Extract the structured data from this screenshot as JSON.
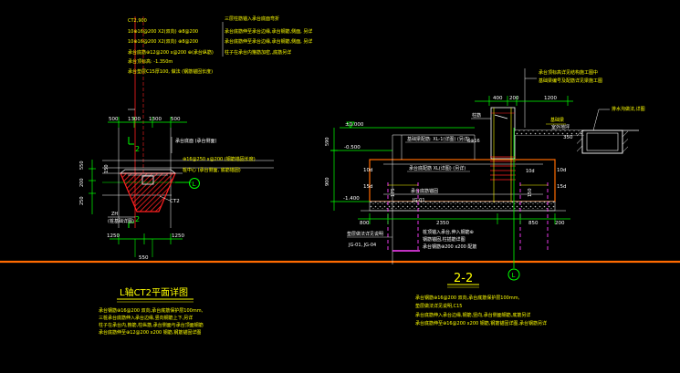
{
  "colors": {
    "background": "#000000",
    "yellow": "#ffff00",
    "white": "#ffffff",
    "green": "#00ff00",
    "red": "#ff2020",
    "magenta": "#ff40ff",
    "orange_rule": "#ff6a00",
    "gray_hatch": "#bfbfbf"
  },
  "left_view": {
    "notes": [
      "CT2,900",
      "10⊕16@200 X2(双向)  ⊕8@200",
      "10⊕16@200 X2(双向)  ⊕8@200",
      "承台底筋⊕12@200 x@200 ⊕(承台纵筋)",
      "承台顶标高: -1.350m",
      "承台垫层C15厚100, 做法 (钢筋锚固长度)"
    ],
    "right_notes": [
      "三层柱筋锚入承台底面弯折",
      "承台底筋伸至承台边缘,承台钢筋,侧面, 另详",
      "承台底筋伸至承台边缘,承台钢筋,侧面, 另详",
      "柱子在承台内箍筋加密,,底筋另详"
    ],
    "dims_top": [
      "500",
      "1300",
      "1300",
      "500"
    ],
    "dims_left": [
      "550",
      "150",
      "200",
      "250"
    ],
    "dims_bottom": [
      "1250",
      "1250",
      "550"
    ],
    "cut_mark": "2",
    "axis_bubble": "L",
    "callout_1": "承台底面 (承台侧面)",
    "callout_2": "⊕16@250 x@200 (钢筋锚固长度)",
    "callout_3": "桩中心 (承台侧面, 底筋锚固)",
    "ct_label": "CT2",
    "pile_label": "ZH",
    "pile_note": "(桩基础详图)",
    "title": "L轴CT2平面详图",
    "notes_bottom": [
      "承台钢筋⊕16@200 双向,承台底筋保护层100mm,",
      "三桩承台底筋伸入承台边缘,竖向钢筋上下,另详",
      "柱子在承台内,箍筋,柱纵筋,承台侧面与承台顶面钢筋",
      "承台底筋伸至⊕12@200 x200 钢筋,钢筋锚固详图"
    ]
  },
  "right_view": {
    "dims_top": [
      "400",
      "200",
      "1200"
    ],
    "top_note_1": "承台顶标高详见结构施工图中",
    "top_note_2": "基础梁编号及配筋详见梁施工图",
    "level_top": "±0.000",
    "level_mid": "-0.500",
    "level_bot": "-1.400",
    "ground_note": "室外地坪",
    "col_label": "柱筋",
    "beam_label": "基础梁",
    "inner_1": "基础梁配筋: XL-1(详图) (另详)",
    "inner_2": "承台底配筋 XL(详图) (另详)",
    "inner_3": "承台底筋锚固",
    "inner_4": "JG-01",
    "ld_1": "10d",
    "ld_2": "10d",
    "ld_3": "15d",
    "ld_4": "15d",
    "small_1": "10d",
    "small_2": "6⊕16",
    "dim_175": "175",
    "dim_150": "150",
    "dim_800": "800",
    "dim_2350": "2350",
    "dim_850": "850",
    "dim_200": "200",
    "dims_left": [
      "590",
      "900"
    ],
    "ditch_note": "排水沟做法,详图",
    "ditch_dim": "350",
    "bottom_note_1": "垫层做法详见说明",
    "bottom_note_2": "JG-01, JG-04",
    "bottom_note_3": "桩顶锚入承台,伸入钢筋⊕",
    "bottom_note_4": "钢筋锚固,柱插筋详图",
    "bottom_note_5": "承台钢筋⊕200 x200 配筋",
    "section_title": "2-2",
    "axis_bubble": "L",
    "notes_bottom": [
      "承台钢筋⊕16@200 双向,承台底筋保护层100mm,",
      "垫层做法详见说明,C15",
      "承台底筋伸入承台边缘,钢筋,竖向,承台侧面钢筋,底筋另详",
      "承台底筋伸至⊕16@200 x200 钢筋,钢筋锚固详图,承台钢筋另详"
    ]
  }
}
